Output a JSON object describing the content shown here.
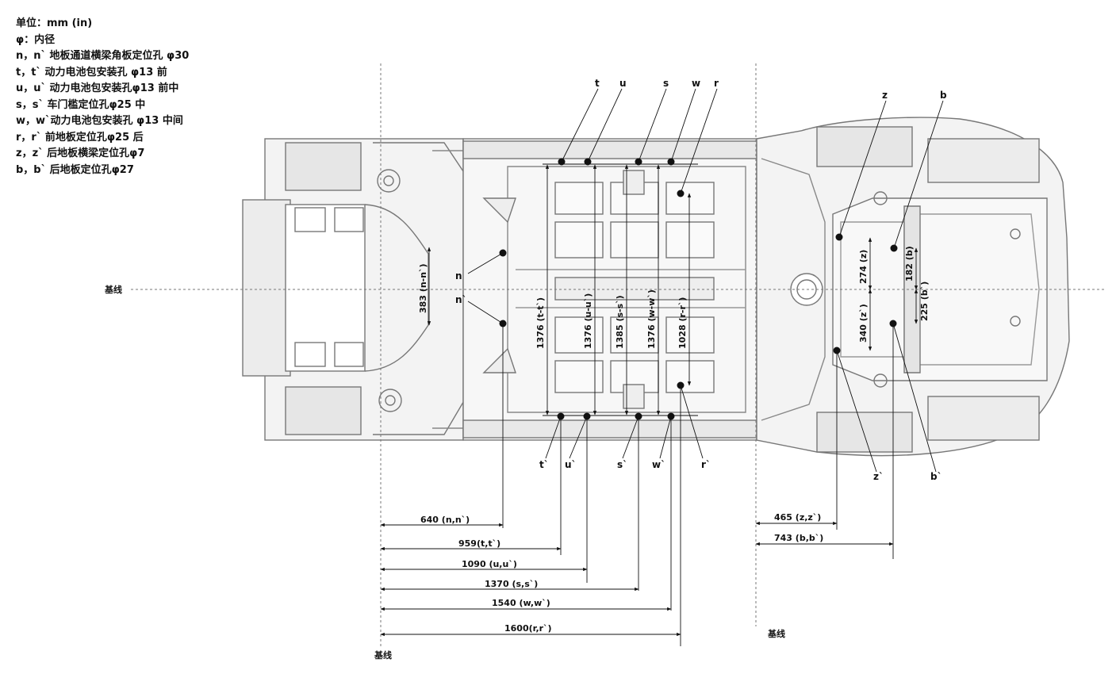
{
  "legend": [
    "单位：mm (in)",
    "φ：内径",
    "n，n`  地板通道横梁角板定位孔 φ30",
    "t，t`   动力电池包安装孔 φ13 前",
    "u，u`  动力电池包安装孔φ13 前中",
    "s，s`   车门槛定位孔φ25 中",
    "w，w`动力电池包安装孔 φ13 中间",
    "r，r`   前地板定位孔φ25 后",
    "z，z`   后地板横梁定位孔φ7",
    "b，b`  后地板定位孔φ27"
  ],
  "baseline_labels": {
    "left_center": "基线",
    "bottom_left": "基线",
    "bottom_right": "基线"
  },
  "points_top": {
    "t": "t",
    "u": "u",
    "s": "s",
    "w": "w",
    "r": "r",
    "z": "z",
    "b": "b"
  },
  "points_bottom": {
    "t": "t`",
    "u": "u`",
    "s": "s`",
    "w": "w`",
    "r": "r`",
    "z": "z`",
    "b": "b`"
  },
  "points_n": {
    "n1": "n",
    "n2": "n`"
  },
  "vertical_dims": {
    "nn": "383 (n-n`)",
    "tt": "1376 (t-t`)",
    "uu": "1376 (u-u`)",
    "ss": "1385 (s-s`)",
    "ww": "1376 (w-w`)",
    "rr": "1028 (r-r`)",
    "z": "274 (z)",
    "zz": "340 (z`)",
    "b": "182 (b)",
    "bb": "225 (b`)"
  },
  "horizontal_dims": {
    "n": "640 (n,n`)",
    "t": "959(t,t`)",
    "u": "1090 (u,u`)",
    "s": "1370 (s,s`)",
    "w": "1540 (w,w`)",
    "r": "1600(r,r`)",
    "z": "465 (z,z`)",
    "b": "743 (b,b`)"
  }
}
